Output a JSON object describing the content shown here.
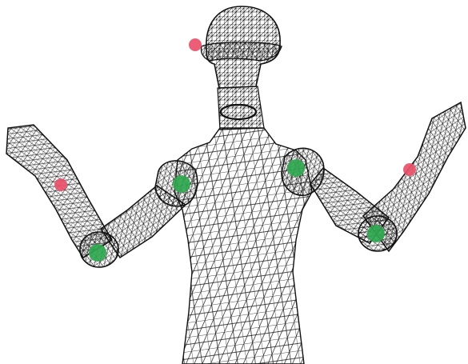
{
  "figure": {
    "subject": "wireframe-humanoid-upper-body",
    "background": "#ffffff",
    "mesh_color": "#111111"
  },
  "markers": [
    {
      "name": "head-left-marker",
      "color": "#e8506a",
      "kind": "red"
    },
    {
      "name": "left-forearm-marker",
      "color": "#e8506a",
      "kind": "red"
    },
    {
      "name": "right-forearm-marker",
      "color": "#e8506a",
      "kind": "red"
    },
    {
      "name": "left-shoulder-marker",
      "color": "#2fa84f",
      "kind": "green"
    },
    {
      "name": "right-shoulder-marker",
      "color": "#2fa84f",
      "kind": "green"
    },
    {
      "name": "left-elbow-marker",
      "color": "#2fa84f",
      "kind": "green"
    },
    {
      "name": "right-elbow-marker",
      "color": "#2fa84f",
      "kind": "green"
    }
  ]
}
